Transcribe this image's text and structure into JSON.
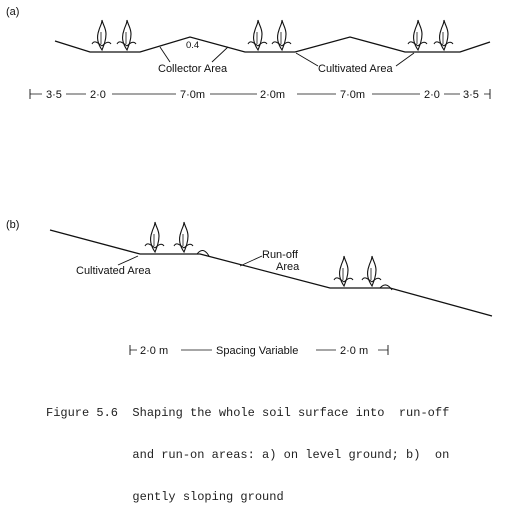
{
  "panel_a": {
    "letter": "(a)",
    "labels": {
      "collector_area": "Collector Area",
      "cultivated_area": "Cultivated Area",
      "marker": "0.4"
    },
    "dimensions": [
      "3·5",
      "2·0",
      "7·0m",
      "2·0m",
      "7·0m",
      "2·0",
      "3·5"
    ]
  },
  "panel_b": {
    "letter": "(b)",
    "labels": {
      "cultivated_area": "Cultivated Area",
      "runoff_line1": "Run-off",
      "runoff_line2": "Area"
    },
    "dimensions": [
      "2·0 m",
      "Spacing Variable",
      "2·0 m"
    ]
  },
  "caption": {
    "line1": "Figure 5.6  Shaping the whole soil surface into  run-off",
    "line2": "            and run-on areas: a) on level ground; b)  on",
    "line3": "            gently sloping ground"
  }
}
